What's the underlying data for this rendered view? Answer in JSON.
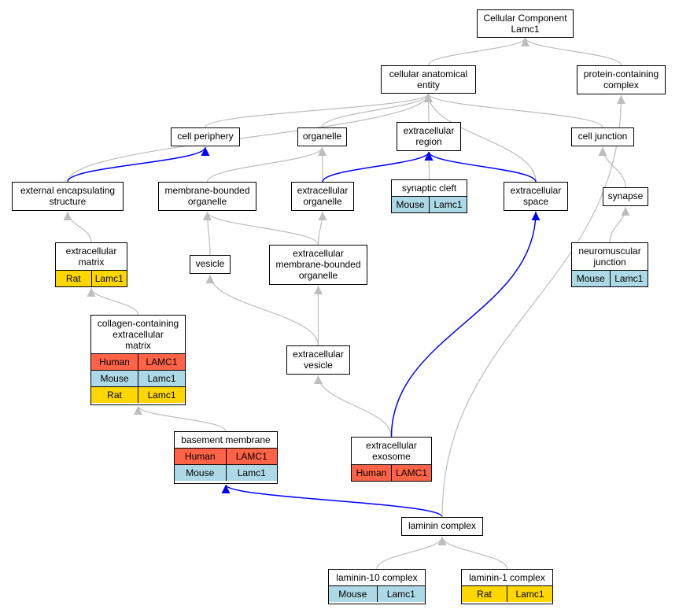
{
  "colors": {
    "Human": "#ff6347",
    "Mouse": "#add8e6",
    "Rat": "#ffd700",
    "edge_is_a": "#bdbdbd",
    "edge_part_of": "#0000ff"
  },
  "nodes": {
    "cc": {
      "label": "Cellular Component\nLamc1",
      "rows": []
    },
    "cae": {
      "label": "cellular anatomical\nentity",
      "rows": []
    },
    "pcc": {
      "label": "protein-containing\ncomplex",
      "rows": []
    },
    "cp": {
      "label": "cell periphery",
      "rows": []
    },
    "org": {
      "label": "organelle",
      "rows": []
    },
    "er": {
      "label": "extracellular\nregion",
      "rows": []
    },
    "cj": {
      "label": "cell junction",
      "rows": []
    },
    "ees": {
      "label": "external encapsulating\nstructure",
      "rows": []
    },
    "mbo": {
      "label": "membrane-bounded\norganelle",
      "rows": []
    },
    "eo": {
      "label": "extracellular\norganelle",
      "rows": []
    },
    "sc": {
      "label": "synaptic cleft",
      "rows": [
        {
          "species": "Mouse",
          "gene": "Lamc1"
        }
      ]
    },
    "es": {
      "label": "extracellular\nspace",
      "rows": []
    },
    "syn": {
      "label": "synapse",
      "rows": []
    },
    "ecm": {
      "label": "extracellular\nmatrix",
      "rows": [
        {
          "species": "Rat",
          "gene": "Lamc1"
        }
      ]
    },
    "ves": {
      "label": "vesicle",
      "rows": []
    },
    "embo": {
      "label": "extracellular\nmembrane-bounded\norganelle",
      "rows": []
    },
    "nmj": {
      "label": "neuromuscular\njunction",
      "rows": [
        {
          "species": "Mouse",
          "gene": "Lamc1"
        }
      ]
    },
    "ccecm": {
      "label": "collagen-containing\nextracellular\nmatrix",
      "rows": [
        {
          "species": "Human",
          "gene": "LAMC1"
        },
        {
          "species": "Mouse",
          "gene": "Lamc1"
        },
        {
          "species": "Rat",
          "gene": "Lamc1"
        }
      ]
    },
    "ev": {
      "label": "extracellular\nvesicle",
      "rows": []
    },
    "bm": {
      "label": "basement membrane",
      "rows": [
        {
          "species": "Human",
          "gene": "LAMC1"
        },
        {
          "species": "Mouse",
          "gene": "Lamc1"
        }
      ]
    },
    "exo": {
      "label": "extracellular\nexosome",
      "rows": [
        {
          "species": "Human",
          "gene": "LAMC1"
        }
      ]
    },
    "lc": {
      "label": "laminin complex",
      "rows": []
    },
    "l10": {
      "label": "laminin-10 complex",
      "rows": [
        {
          "species": "Mouse",
          "gene": "Lamc1"
        }
      ]
    },
    "l1": {
      "label": "laminin-1 complex",
      "rows": [
        {
          "species": "Rat",
          "gene": "Lamc1"
        }
      ]
    }
  },
  "edges": [
    {
      "from": "cae",
      "to": "cc",
      "type": "is_a"
    },
    {
      "from": "pcc",
      "to": "cc",
      "type": "is_a"
    },
    {
      "from": "cp",
      "to": "cae",
      "type": "is_a"
    },
    {
      "from": "org",
      "to": "cae",
      "type": "is_a"
    },
    {
      "from": "er",
      "to": "cae",
      "type": "is_a"
    },
    {
      "from": "cj",
      "to": "cae",
      "type": "is_a"
    },
    {
      "from": "ees",
      "to": "cae",
      "type": "is_a"
    },
    {
      "from": "es",
      "to": "cae",
      "type": "is_a"
    },
    {
      "from": "ees",
      "to": "cp",
      "type": "part_of"
    },
    {
      "from": "mbo",
      "to": "org",
      "type": "is_a"
    },
    {
      "from": "eo",
      "to": "org",
      "type": "is_a"
    },
    {
      "from": "eo",
      "to": "er",
      "type": "part_of"
    },
    {
      "from": "sc",
      "to": "er",
      "type": "is_a"
    },
    {
      "from": "es",
      "to": "er",
      "type": "part_of"
    },
    {
      "from": "syn",
      "to": "cj",
      "type": "is_a"
    },
    {
      "from": "ecm",
      "to": "ees",
      "type": "is_a"
    },
    {
      "from": "ves",
      "to": "mbo",
      "type": "is_a"
    },
    {
      "from": "embo",
      "to": "mbo",
      "type": "is_a"
    },
    {
      "from": "embo",
      "to": "eo",
      "type": "is_a"
    },
    {
      "from": "nmj",
      "to": "syn",
      "type": "is_a"
    },
    {
      "from": "ccecm",
      "to": "ecm",
      "type": "is_a"
    },
    {
      "from": "ev",
      "to": "ves",
      "type": "is_a"
    },
    {
      "from": "ev",
      "to": "embo",
      "type": "is_a"
    },
    {
      "from": "bm",
      "to": "ccecm",
      "type": "is_a"
    },
    {
      "from": "exo",
      "to": "ev",
      "type": "is_a"
    },
    {
      "from": "exo",
      "to": "es",
      "type": "part_of"
    },
    {
      "from": "lc",
      "to": "bm",
      "type": "part_of"
    },
    {
      "from": "lc",
      "to": "pcc",
      "type": "is_a"
    },
    {
      "from": "l10",
      "to": "lc",
      "type": "is_a"
    },
    {
      "from": "l1",
      "to": "lc",
      "type": "is_a"
    }
  ]
}
